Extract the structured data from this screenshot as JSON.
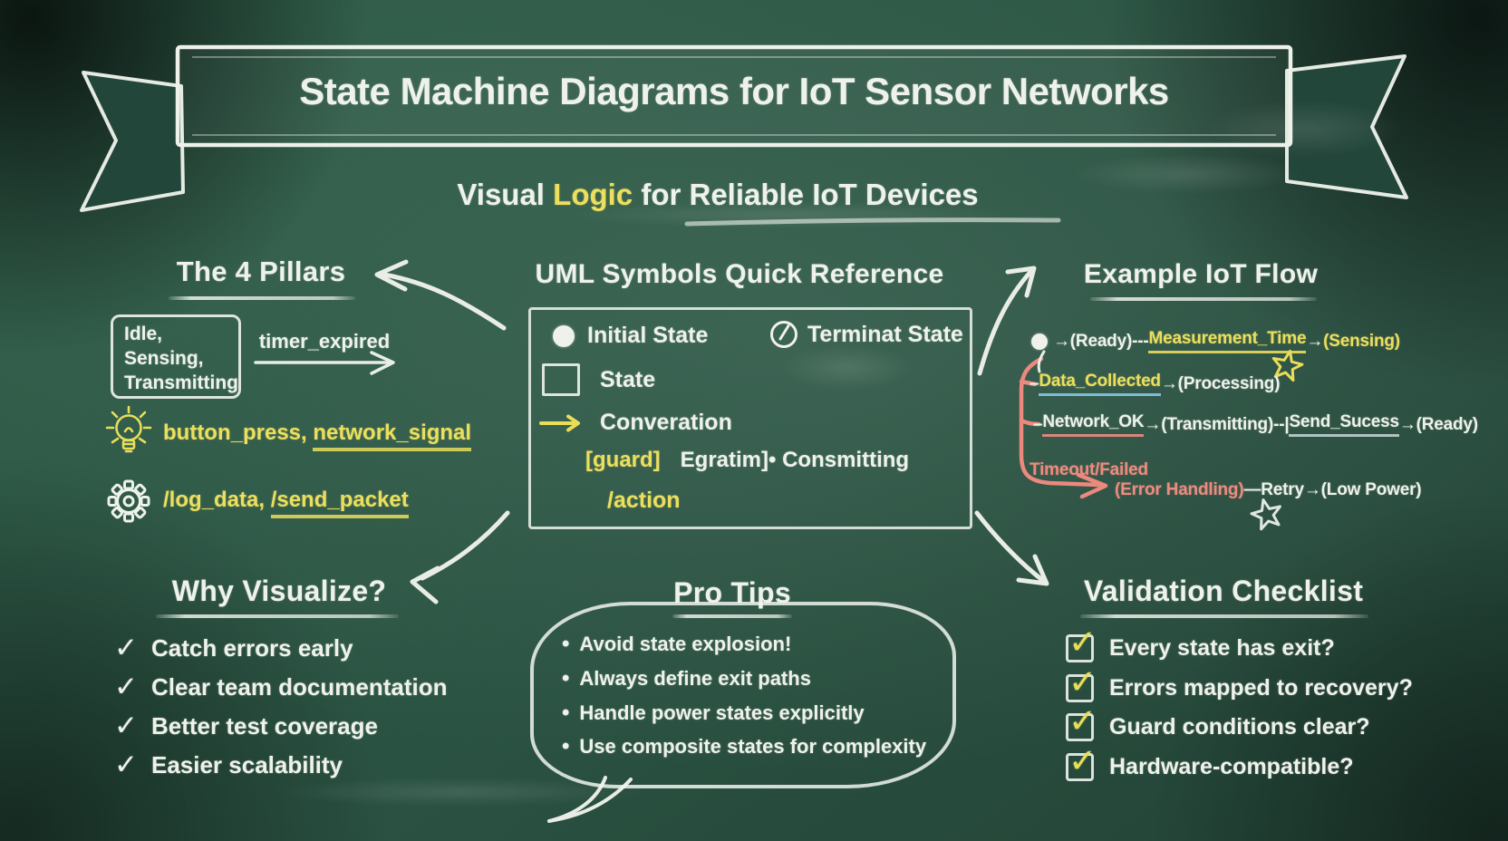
{
  "colors": {
    "board_green": "#2b5644",
    "chalk_white": "#eef2ea",
    "chalk_yellow": "#ecdf5e",
    "chalk_salmon": "#ee8b80",
    "chalk_blue": "#84c6e8"
  },
  "banner": {
    "title": "State Machine Diagrams for IoT Sensor Networks"
  },
  "subtitle": {
    "part1": "Visual ",
    "highlight": "Logic",
    "part2": " for Reliable IoT Devices"
  },
  "pillars": {
    "title": "The 4 Pillars",
    "state_box_lines": [
      "Idle,",
      "Sensing,",
      "Transmitting"
    ],
    "timer_label": "timer_expired",
    "events_prefix": "button_press, ",
    "events_underlined": "network_signal",
    "actions_prefix": "/log_data, ",
    "actions_underlined": "/send_packet"
  },
  "uml": {
    "title": "UML Symbols Quick Reference",
    "initial_label": "Initial State",
    "terminal_label": "Terminat State",
    "state_label": "State",
    "transition_label": "Converation",
    "guard_label": "[guard]",
    "guard_rest": "Egratim]• Consmitting",
    "action_label": "/action"
  },
  "flow": {
    "title": "Example IoT Flow",
    "line1_pre": "→(Ready)---",
    "line1_event": "Measurement_Time",
    "line1_arrow": "→",
    "line1_state": "(Sensing)",
    "line2_dash": "–",
    "line2_event": "Data_Collected",
    "line2_rest": "→(Processing)",
    "line3_dash": "–",
    "line3_event": "Network_OK",
    "line3_mid": "→(Transmitting)--|",
    "line3_event2": "Send_Sucess",
    "line3_rest": "→(Ready)",
    "line4_label": "Timeout/Failed",
    "line4_state": "(Error Handling)",
    "line4_mid": "—Retry→",
    "line4_state2": "(Low Power)"
  },
  "why": {
    "title": "Why Visualize?",
    "check": "✓",
    "items": [
      "Catch errors early",
      "Clear team documentation",
      "Better test coverage",
      "Easier scalability"
    ]
  },
  "tips": {
    "title": "Pro Tips",
    "bullet": "•",
    "items": [
      "Avoid state explosion!",
      "Always define exit paths",
      "Handle power states explicitly",
      "Use composite states for complexity"
    ]
  },
  "checklist": {
    "title": "Validation Checklist",
    "check": "✓",
    "items": [
      "Every state has exit?",
      "Errors mapped to recovery?",
      "Guard conditions clear?",
      "Hardware-compatible?"
    ]
  },
  "icons": {
    "initial-state-icon": "filled-circle",
    "terminal-state-icon": "circle-with-slash",
    "state-icon": "square-outline",
    "transition-arrow-icon": "yellow-arrow",
    "lightbulb-icon": "bulb-outline",
    "gear-icon": "gear-outline",
    "checkmark-icon": "✓",
    "checkbox-icon": "checked-box",
    "bullet-icon": "•",
    "star-icon": "★"
  }
}
